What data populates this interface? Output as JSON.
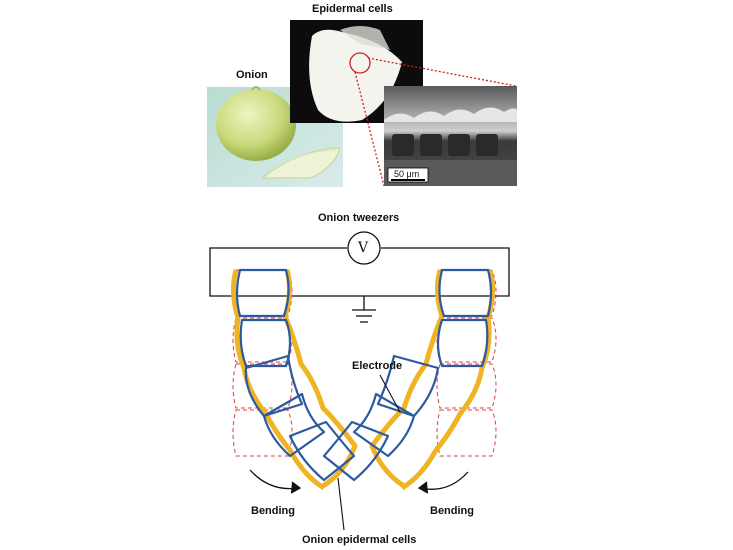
{
  "labels": {
    "onion": "Onion",
    "epidermal_cells": "Epidermal cells",
    "tweezers_title": "Onion tweezers",
    "voltmeter": "V",
    "electrode": "Electrode",
    "bending_left": "Bending",
    "bending_right": "Bending",
    "onion_epidermal_cells": "Onion epidermal cells",
    "scale_bar": "50 μm"
  },
  "colors": {
    "electrode_outline": "#f0b323",
    "cell_wall": "#2c5aa0",
    "initial_position_dashed": "#d84040",
    "wire": "#111111",
    "zoom_line": "#cc1f1f",
    "onion_skin": "#c8d98a"
  },
  "icons": {
    "voltmeter": "voltmeter-circle-icon",
    "ground": "ground-symbol-icon",
    "bend_arrow": "curved-arrow-icon"
  }
}
